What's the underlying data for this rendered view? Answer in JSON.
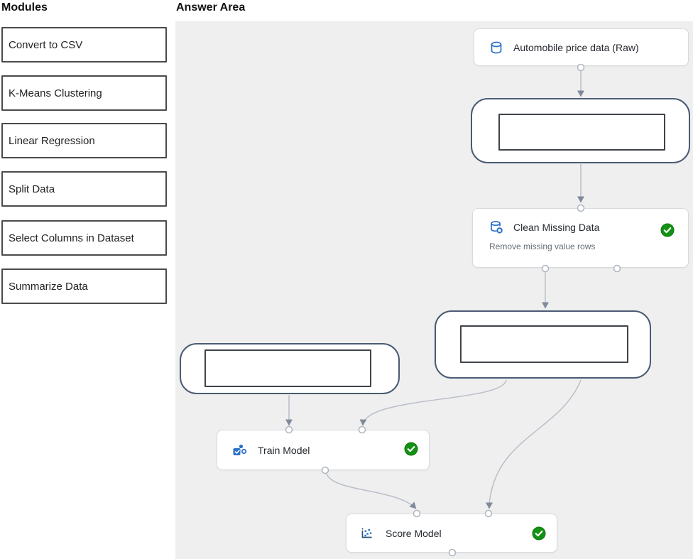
{
  "header": {
    "modules_title": "Modules",
    "answer_title": "Answer Area"
  },
  "modules": [
    "Convert to CSV",
    "K-Means Clustering",
    "Linear Regression",
    "Split Data",
    "Select Columns in Dataset",
    "Summarize Data"
  ],
  "pipeline": {
    "dataset": {
      "label": "Automobile price data (Raw)",
      "icon": "database-icon"
    },
    "dropzone_top": {
      "label": ""
    },
    "clean_missing_data": {
      "label": "Clean Missing Data",
      "sublabel": "Remove missing value rows",
      "icon": "clean-data-icon",
      "status": "completed"
    },
    "dropzone_middle": {
      "label": ""
    },
    "dropzone_left": {
      "label": ""
    },
    "train_model": {
      "label": "Train Model",
      "icon": "train-model-icon",
      "status": "completed"
    },
    "score_model": {
      "label": "Score Model",
      "icon": "score-model-icon",
      "status": "completed"
    }
  },
  "colors": {
    "icon_blue": "#2970c8",
    "success_green": "#149114",
    "dropzone_border": "#4a5b74",
    "connector_gray": "#b9bfc9",
    "answer_area_bg": "#efefef"
  }
}
